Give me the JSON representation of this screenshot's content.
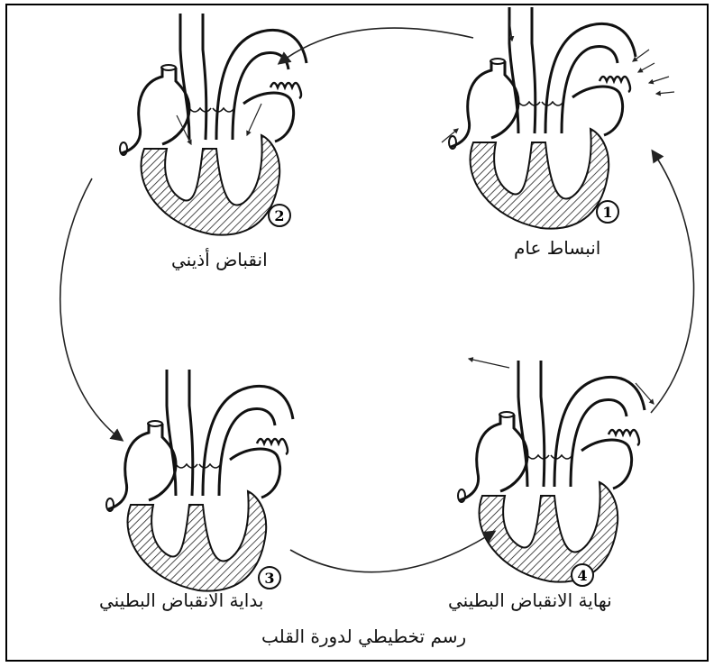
{
  "title": "رسم تخطيطي لدورة القلب",
  "stages": [
    {
      "number": "1",
      "label": "انبساط عام"
    },
    {
      "number": "2",
      "label": "انقباض أذيني"
    },
    {
      "number": "3",
      "label": "بداية الانقباض البطيني"
    },
    {
      "number": "4",
      "label": "نهاية الانقباض البطيني"
    }
  ]
}
